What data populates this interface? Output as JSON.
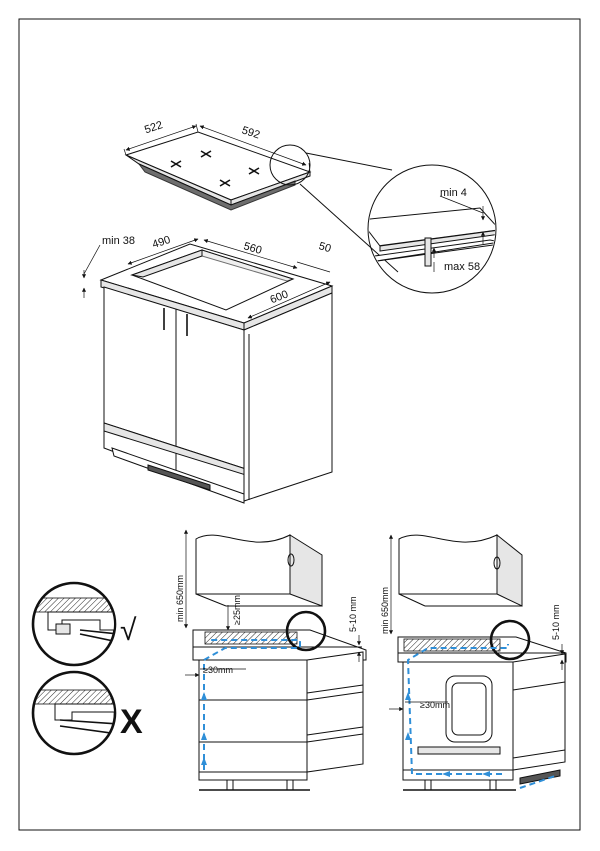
{
  "hob_dims": {
    "depth": "522",
    "width": "592"
  },
  "cabinet_dims": {
    "min_top": "min 38",
    "cutout_depth": "490",
    "cutout_width": "560",
    "edge": "50",
    "worktop": "600"
  },
  "detail_dims": {
    "min_gap": "min 4",
    "max_thickness": "max 58"
  },
  "check_marks": {
    "correct": "√",
    "wrong": "X"
  },
  "left_install": {
    "min_height": "min 650mm",
    "gap_top": "≥25mm",
    "gap_side": "≥30mm",
    "vent": "5-10 mm"
  },
  "right_install": {
    "min_height": "min 650mm",
    "gap_side": "≥30mm",
    "vent": "5-10 mm"
  },
  "colors": {
    "airflow": "#2f8fd8",
    "line": "#111111"
  }
}
